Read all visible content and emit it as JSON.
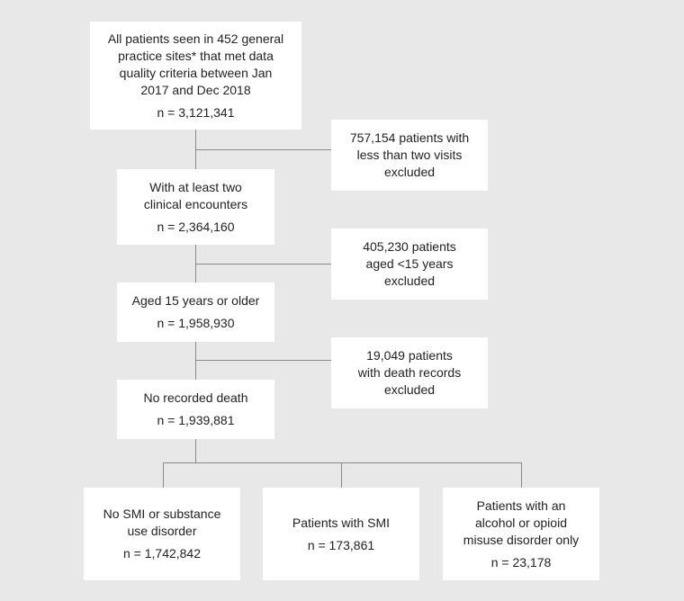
{
  "boxes": {
    "all_patients": {
      "lines": [
        "All patients seen in 452 general",
        "practice sites* that met data",
        "quality criteria between Jan",
        "2017 and Dec 2018"
      ],
      "n": "n = 3,121,341"
    },
    "excluded_visits": {
      "lines": [
        "757,154 patients with",
        "less than two visits",
        "excluded"
      ]
    },
    "two_encounters": {
      "lines": [
        "With at least two",
        "clinical encounters"
      ],
      "n": "n = 2,364,160"
    },
    "excluded_age": {
      "lines": [
        "405,230 patients",
        "aged <15 years",
        "excluded"
      ]
    },
    "aged_15": {
      "lines": [
        "Aged 15 years or older"
      ],
      "n": "n = 1,958,930"
    },
    "excluded_death": {
      "lines": [
        "19,049 patients",
        "with death records",
        "excluded"
      ]
    },
    "no_death": {
      "lines": [
        "No recorded death"
      ],
      "n": "n = 1,939,881"
    },
    "no_smi": {
      "lines": [
        "No SMI or substance",
        "use disorder"
      ],
      "n": "n = 1,742,842"
    },
    "smi": {
      "lines": [
        "Patients with SMI"
      ],
      "n": "n = 173,861"
    },
    "alcohol_opioid": {
      "lines": [
        "Patients with an",
        "alcohol or opioid",
        "misuse disorder only"
      ],
      "n": "n = 23,178"
    }
  }
}
